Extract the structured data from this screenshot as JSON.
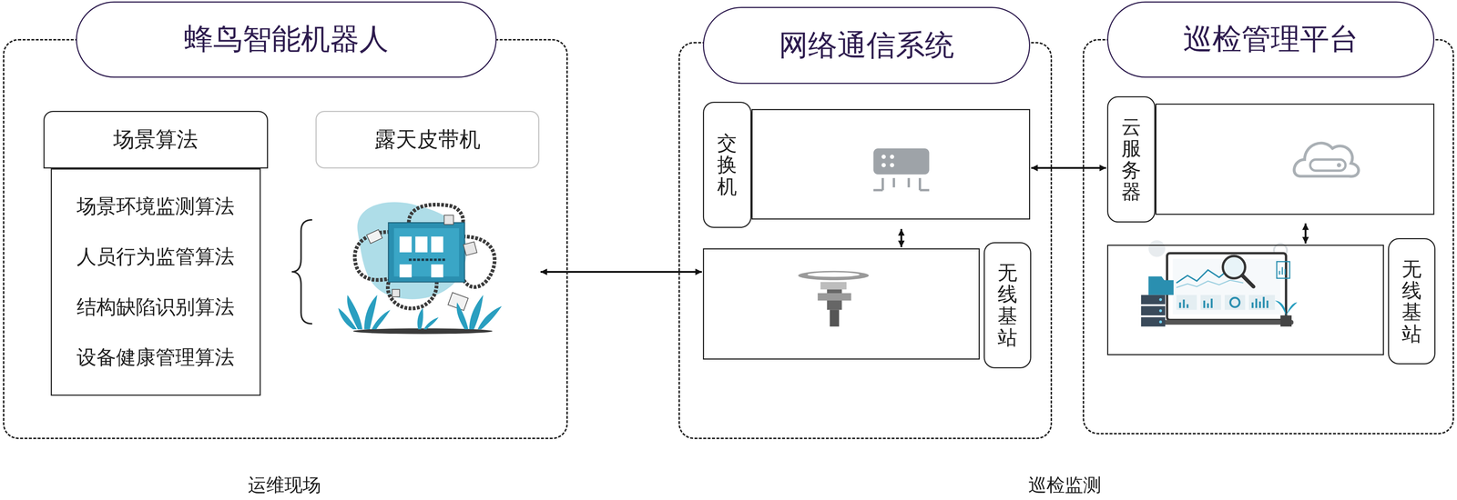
{
  "diagram": {
    "nodes": [
      {
        "text": [
          "蜂鸟智能机器人"
        ]
      },
      {
        "text": [
          "场景算法"
        ],
        "in": 0
      },
      {
        "text": [
          "场景环境监测算法",
          "人员行为监管算法",
          "结构缺陷识别算法",
          "设备健康管理算法"
        ],
        "in": 0
      },
      {
        "text": [
          "露天皮带机"
        ],
        "in": 0
      },
      {
        "text": [
          "网络通信系统"
        ]
      },
      {
        "text": [
          "交换机"
        ],
        "in": 4
      },
      {
        "text": [
          "无线基站"
        ],
        "in": 4
      },
      {
        "text": [
          "巡检管理平台"
        ]
      },
      {
        "text": [
          "云服务器"
        ],
        "in": 7
      },
      {
        "text": [
          "无线基站"
        ],
        "in": 7
      }
    ],
    "edges": [
      {
        "from": 3,
        "to": 6,
        "arrow": "both"
      },
      {
        "from": 5,
        "to": 6,
        "arrow": "both"
      },
      {
        "from": 5,
        "to": 8,
        "arrow": "both"
      },
      {
        "from": 8,
        "to": 9,
        "arrow": "both"
      }
    ],
    "labels": [
      "运维现场",
      "巡检监测"
    ]
  }
}
